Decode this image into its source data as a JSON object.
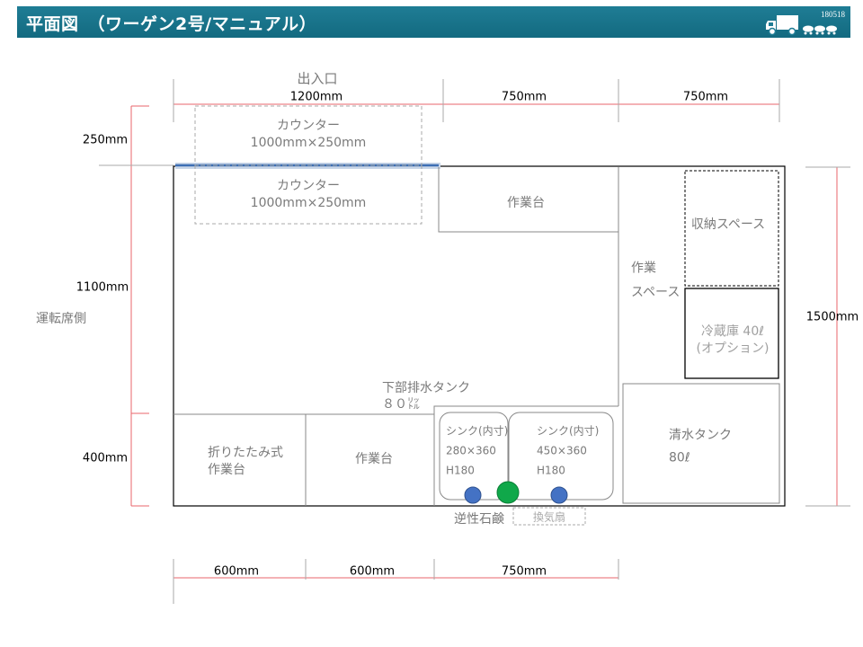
{
  "header": {
    "title": "平面図　（ワーゲン2号/マニュアル）",
    "code": "180518"
  },
  "dimensions": {
    "top": [
      "1200mm",
      "750mm",
      "750mm"
    ],
    "left": [
      "250mm",
      "1100mm",
      "400mm"
    ],
    "right": "1500mm",
    "bottom": [
      "600mm",
      "600mm",
      "750mm"
    ]
  },
  "labels": {
    "entrance": "出入口",
    "driver_side": "運転席側",
    "counter_top": [
      "カウンター",
      "1000mm×250mm"
    ],
    "counter_inner": [
      "カウンター",
      "1000mm×250mm"
    ],
    "worktable_top": "作業台",
    "work_space": [
      "作業",
      "スペース"
    ],
    "storage": "収納スペース",
    "fridge": [
      "冷蔵庫  40ℓ",
      "(オプション)"
    ],
    "drain_tank": [
      "下部排水タンク",
      "８０㍑"
    ],
    "folding_table": [
      "折りたたみ式",
      "作業台"
    ],
    "worktable_bottom": "作業台",
    "sink_left": [
      "シンク(内寸)",
      "280×360",
      "H180"
    ],
    "sink_right": [
      "シンク(内寸)",
      "450×360",
      "H180"
    ],
    "clean_tank": [
      "清水タンク",
      "80ℓ"
    ],
    "soap": "逆性石鹸",
    "fan": "換気扇"
  },
  "colors": {
    "header": "#17758c",
    "dimension_line": "#e8666b",
    "outline": "#000000",
    "wall": "#888888",
    "dashed": "#a8a8a8",
    "entrance_bar": "#3d6fb4",
    "soap_dot": "#4472c4",
    "fan_dot": "#10a84a"
  }
}
